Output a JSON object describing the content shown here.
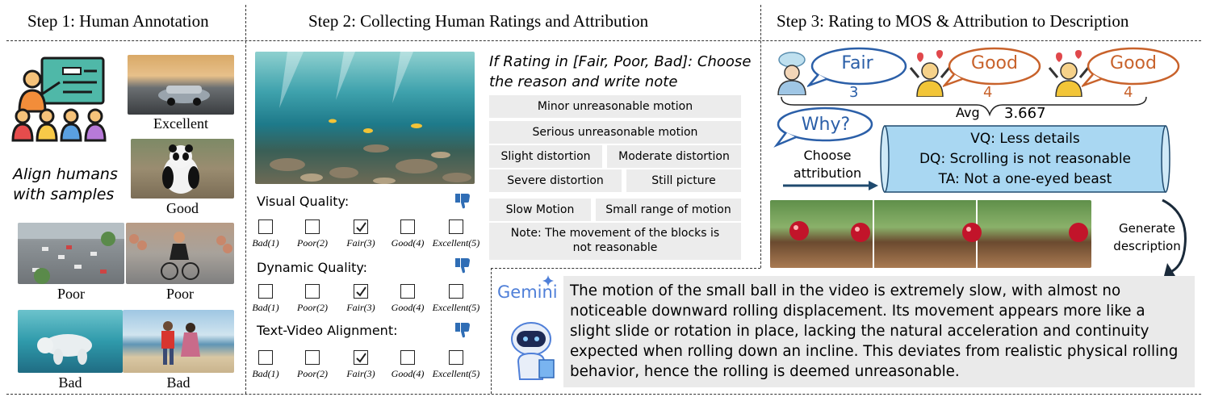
{
  "step1": {
    "title": "Step 1: Human Annotation",
    "align_text_line1": "Align humans",
    "align_text_line2": "with samples",
    "samples": [
      {
        "caption": "Excellent"
      },
      {
        "caption": "Good"
      },
      {
        "caption": "Poor"
      },
      {
        "caption": "Poor"
      },
      {
        "caption": "Bad"
      },
      {
        "caption": "Bad"
      }
    ]
  },
  "step2": {
    "title": "Step 2: Collecting Human Ratings and Attribution",
    "instruction_line1": "If Rating in [Fair, Poor, Bad]: Choose",
    "instruction_line2": "the reason and write note",
    "reasons": [
      "Minor unreasonable motion",
      "Serious unreasonable motion",
      "Slight distortion",
      "Moderate distortion",
      "Severe distortion",
      "Still picture",
      "Slow Motion",
      "Small range of motion"
    ],
    "note_line1": "Note:  The movement of the blocks is",
    "note_line2": "not reasonable",
    "rating_options": [
      "Bad(1)",
      "Poor(2)",
      "Fair(3)",
      "Good(4)",
      "Excellent(5)"
    ],
    "dimensions": [
      {
        "label": "Visual Quality:",
        "selected_index": 2
      },
      {
        "label": "Dynamic Quality:",
        "selected_index": 2
      },
      {
        "label": "Text-Video Alignment:",
        "selected_index": 2
      }
    ],
    "colors": {
      "thumbs_down": "#2f6db5",
      "reason_bg": "#ececec"
    }
  },
  "step3": {
    "title": "Step 3: Rating to MOS & Attribution to Description",
    "ratings": [
      {
        "label": "Fair",
        "score": "3"
      },
      {
        "label": "Good",
        "score": "4"
      },
      {
        "label": "Good",
        "score": "4"
      }
    ],
    "avg_label": "Avg",
    "avg_value": "3.667",
    "why_label": "Why?",
    "choose_line1": "Choose",
    "choose_line2": "attribution",
    "attributions": [
      "VQ: Less details",
      "DQ: Scrolling is not reasonable",
      "TA: Not a one-eyed beast"
    ],
    "generate_line1": "Generate",
    "generate_line2": "description",
    "gemini_label": "Gemini",
    "description": "The motion of the small ball in the video is extremely slow, with almost no noticeable downward rolling displacement. Its movement appears more like a slight slide or rotation in place, lacking the natural acceleration and continuity expected when rolling down an incline. This deviates from realistic physical rolling behavior, hence the rolling is deemed unreasonable.",
    "colors": {
      "fair_blue": "#2b5fa8",
      "good_orange": "#c8622b",
      "scroll_fill": "#a9d7f2",
      "desc_bg": "#eaeaea"
    }
  }
}
